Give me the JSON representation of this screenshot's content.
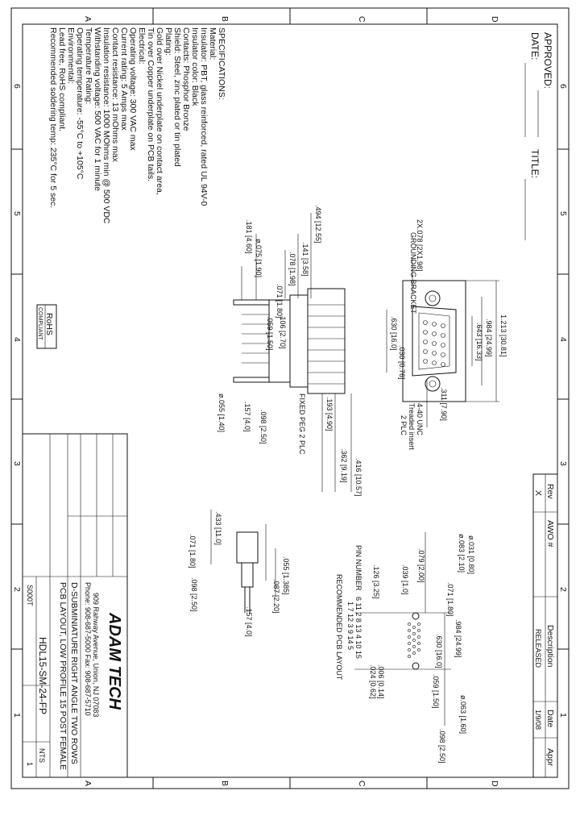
{
  "border": {
    "top_letters": [
      "A",
      "B",
      "C",
      "D"
    ],
    "bottom_letters": [
      "A",
      "B",
      "C",
      "D"
    ],
    "left_numbers": [
      "6",
      "5",
      "4",
      "3",
      "2",
      "1"
    ],
    "right_numbers": [
      "6",
      "5",
      "4",
      "3",
      "2",
      "1"
    ]
  },
  "approvals": {
    "approved": "APPROVED:",
    "date": "DATE:",
    "title": "TITLE:"
  },
  "spec": {
    "heading": "SPECIFICATIONS:",
    "lines": [
      "Material:",
      "Insulator: PBT, glass reinforced, rated UL 94V-0",
      "Insulator color: Black",
      "Contacts: Phosphor Bronze",
      "Shield: Steel, zinc plated or tin plated",
      "Plating:",
      "Gold over Nickel underplate on contact area,",
      "Tin over Copper underplate on PCB tails.",
      "Electrical:",
      "Operating voltage: 300 VAC max",
      "Current rating: 5 Amps max",
      "Contact resistance: 13 mOhms max",
      "Insulation resistance: 1000 MOhms min @ 500 VDC",
      "Withstanding voltage: 500 VAC for 1 minute",
      "Temperature Rating:",
      "Operating temperature: -55°C to +105°C",
      "Environmental:",
      "Lead free, RoHS compliant.",
      "Recommended soldering temp: 235°C for 5 sec."
    ],
    "rohs_line1": "RoHS",
    "rohs_line2": "COMPLIANT"
  },
  "revision": {
    "headers": [
      "Rev",
      "AWO #",
      "Description",
      "Date",
      "Appr"
    ],
    "row": [
      "X",
      "",
      "RELEASED",
      "1/9/08",
      ""
    ]
  },
  "title_block": {
    "company": "ADAM TECH",
    "address": "909 Rahway Avenue, Union, NJ 07083",
    "phone": "Phone: 908-687-5000 Fax: 908-687-5710",
    "desc1": "D-SUBMINIATURE RIGHT ANGLE TWO ROWS",
    "desc2": "PCB LAYOUT, LOW PROFILE 15 POST FEMALE",
    "part_number": "HDL15-SM-24-FP",
    "scale": "NTS",
    "size": "S000T",
    "sheet": "1"
  },
  "front_view": {
    "w1": "1.213 [30.81]",
    "w2": ".984 [24.99]",
    "w3": ".643 [16.33]",
    "w4": ".630 [16.0]",
    "w5": ".030 [0.76]",
    "h1": ".311 [7.90]",
    "mount": "2X.078 [2X1.98]",
    "bracket": "GROUNDING BRACKET",
    "insert1": "4-40 UNC",
    "insert2": "Treaded insert",
    "insert3": "2 PLC"
  },
  "top_view": {
    "d1": ".494 [12.55]",
    "d2": ".141 [3.58]",
    "d3": ".078 [1.98]",
    "d4": ".181 [4.60]",
    "d5": "ø.075 [1.90]",
    "d6": ".071 [1.80]",
    "d7": ".106 [2.70]",
    "d8": ".059 [1.50]",
    "d9": "ø.055 [1.40]",
    "d10": ".157 [4.0]",
    "d11": ".098 [2.50]",
    "d12": ".193 [4.90]",
    "d13": ".362 [9.19]",
    "d14": ".416 [10.57]",
    "peg": "FIXED PEG 2 PLC"
  },
  "side_view": {
    "s1": ".433 [11.0]",
    "s2": ".071 [1.80]",
    "s3": ".055 [1.385]",
    "s4": ".087 [2.20]",
    "s5": ".157 [4.0]",
    "s6": ".098 [2.50]"
  },
  "pcb_layout": {
    "p1": "ø.031 [0.80]",
    "p2": "ø.083 [2.10]",
    "p3": ".079 [2.00]",
    "p4": ".071 [1.80]",
    "p5": ".984 [24.99]",
    "p6": ".039 [1.0]",
    "p7": ".126 [3.25]",
    "p8": ".630 [16.0]",
    "p9": ".059 [1.50]",
    "p10": ".006 [0.14]",
    "p11": ".024 [0.62]",
    "p12": "ø.063 [1.60]",
    "p13": ".098 [2.50]",
    "pins_label": "PIN NUMBER",
    "pins_row1": "6 11 2 8 13 4 10 15",
    "pins_row2": "1 7 12 3 9 14 5",
    "layout_label": "RECOMMENDED PCB LAYOUT"
  }
}
